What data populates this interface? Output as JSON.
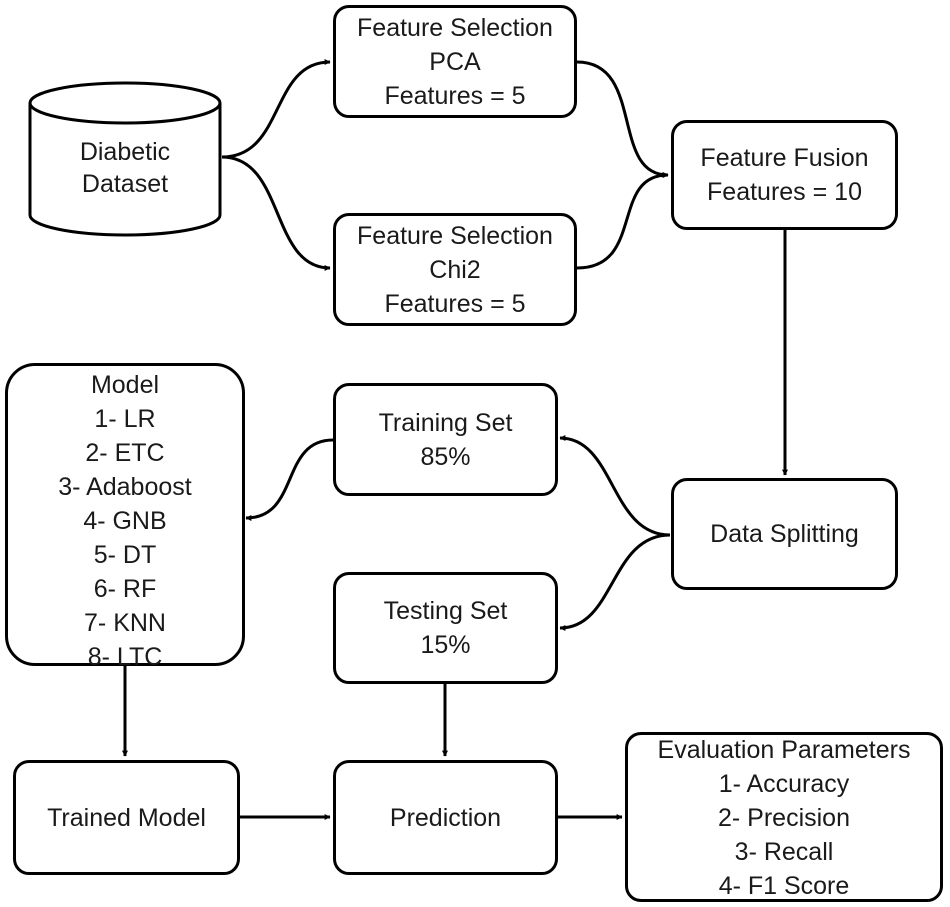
{
  "dataset": {
    "lines": [
      "Diabetic",
      "Dataset"
    ]
  },
  "pca": {
    "lines": [
      "Feature Selection",
      "PCA",
      "Features = 5"
    ]
  },
  "chi2": {
    "lines": [
      "Feature Selection",
      "Chi2",
      "Features = 5"
    ]
  },
  "fusion": {
    "lines": [
      "Feature Fusion",
      "Features = 10"
    ]
  },
  "splitting": {
    "lines": [
      "Data Splitting"
    ]
  },
  "training": {
    "lines": [
      "Training Set",
      "85%"
    ]
  },
  "testing": {
    "lines": [
      "Testing Set",
      "15%"
    ]
  },
  "model": {
    "lines": [
      "Model",
      "1- LR",
      "2- ETC",
      "3- Adaboost",
      "4- GNB",
      "5- DT",
      "6- RF",
      "7- KNN",
      "8- LTC"
    ]
  },
  "trained": {
    "lines": [
      "Trained Model"
    ]
  },
  "prediction": {
    "lines": [
      "Prediction"
    ]
  },
  "evaluation": {
    "lines": [
      "Evaluation Parameters",
      "1- Accuracy",
      "2- Precision",
      "3- Recall",
      "4- F1 Score"
    ]
  }
}
